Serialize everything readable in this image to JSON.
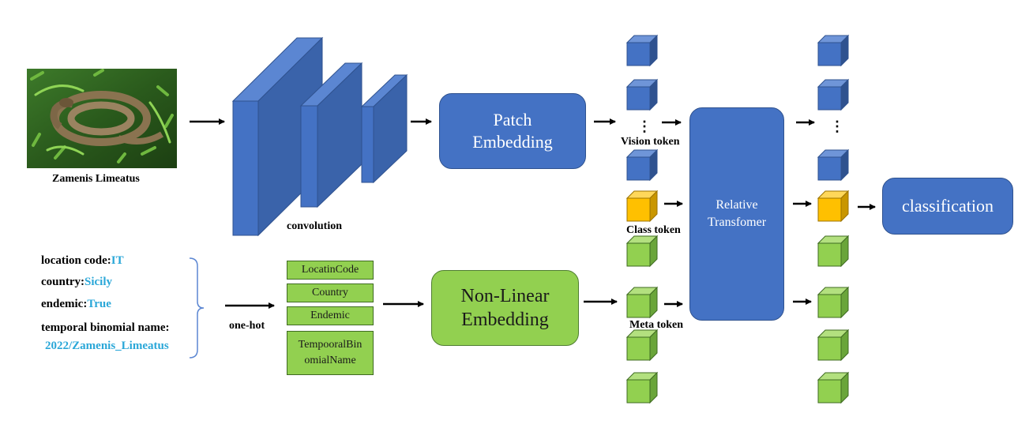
{
  "image_caption": "Zamenis Limeatus",
  "convolution_label": "convolution",
  "patch_embedding": [
    "Patch",
    "Embedding"
  ],
  "nonlinear_embedding": [
    "Non-Linear",
    "Embedding"
  ],
  "relative_transformer": [
    "Relative",
    "Transfomer"
  ],
  "classification": "classification",
  "token_labels": {
    "vision": "Vision token",
    "class": "Class token",
    "meta": "Meta token"
  },
  "ellipsis": "⋮",
  "metadata": {
    "location_key": "location code:",
    "location_val": "IT",
    "country_key": "country:",
    "country_val": "Sicily",
    "endemic_key": "endemic:",
    "endemic_val": "True",
    "binomial_key": "temporal binomial name:",
    "binomial_val": "2022/Zamenis_Limeatus"
  },
  "one_hot_label": "one-hot",
  "field_boxes": [
    "LocatinCode",
    "Country",
    "Endemic",
    "TempooralBin",
    "omialName"
  ],
  "colors": {
    "blue": "#4472c4",
    "green": "#92d050",
    "gold": "#ffc000",
    "cyan_text": "#2aa7d8"
  }
}
